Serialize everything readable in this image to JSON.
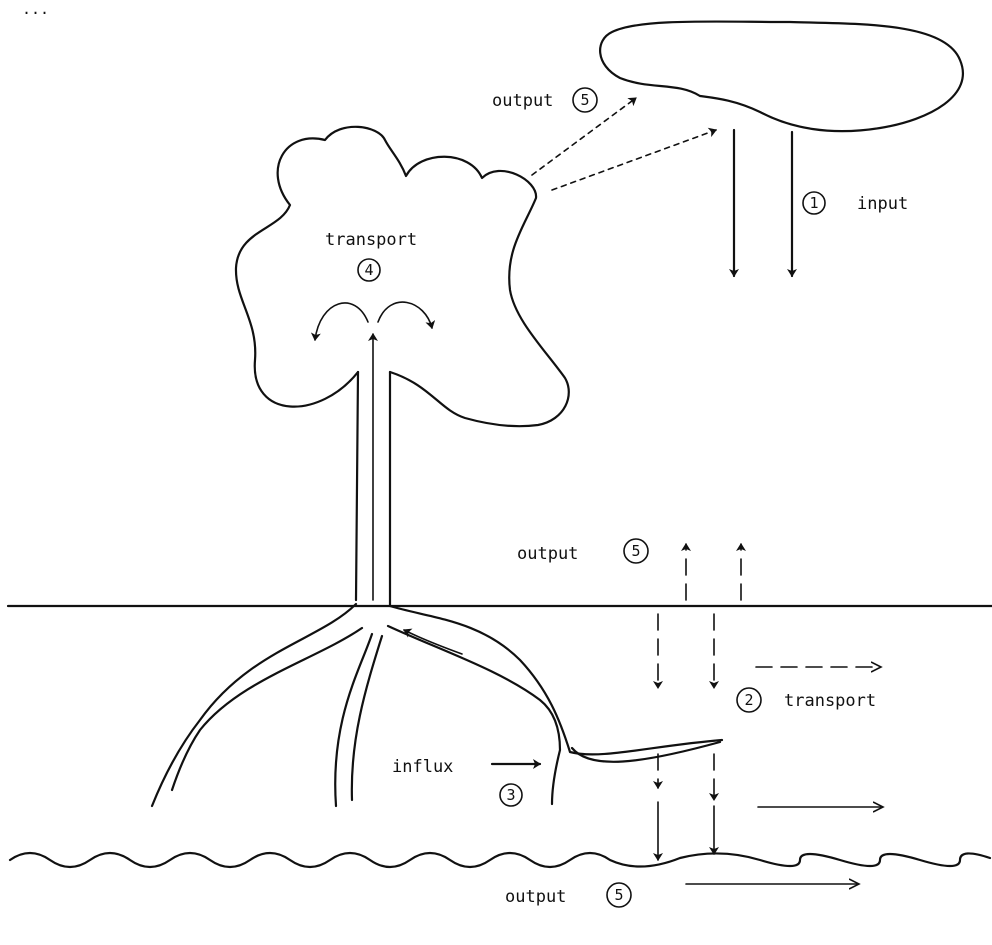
{
  "corner_mark": "...",
  "labels": {
    "output": "output",
    "input": "input",
    "transport": "transport",
    "influx": "influx"
  },
  "numbers": {
    "one": "1",
    "two": "2",
    "three": "3",
    "four": "4",
    "five": "5"
  }
}
